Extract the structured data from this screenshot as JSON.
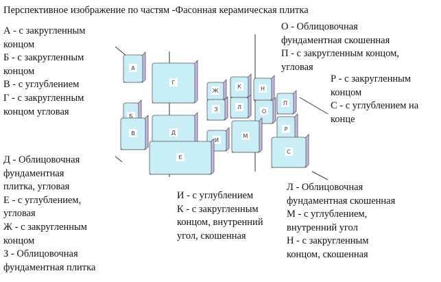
{
  "title": "Перспективное изображение по частям -Фасонная керамическая плитка",
  "legend_a": [
    "А - с закругленным",
    "концом",
    "Б - с закругленным",
    "концом",
    "В - с углублением",
    "Г - с закругленным",
    "концом угловая"
  ],
  "legend_o": [
    "О - Облицовочная",
    "фундаментная скошенная",
    "П - с закругленным концом,",
    "угловая"
  ],
  "legend_r": [
    "Р - с закругленным",
    "концом",
    "С - с углублением на",
    "конце"
  ],
  "legend_d": [
    "Д - Облицовочная",
    "фундаментная",
    "плитка, угловая",
    "Е - с углублением,",
    "угловая",
    "Ж - с закругленным",
    "концом",
    "З - Облицовочная",
    "фундаментная плитка"
  ],
  "legend_i": [
    "И - с углублением",
    "К - с закругленным",
    "концом, внутренний",
    "угол, скошенная"
  ],
  "legend_l": [
    "Л - Облицовочная",
    "фундаментная скошенная",
    "М - с углублением,",
    "внутренний угол",
    "Н - с закругленным",
    "концом, скошенная"
  ],
  "tiles": [
    "А",
    "Г",
    "Ж",
    "К",
    "Н",
    "П",
    "Б",
    "Д",
    "З",
    "Л",
    "О",
    "Р",
    "В",
    "И",
    "М",
    "Е",
    "С"
  ],
  "colors": {
    "tile_face": "#c8eef8",
    "tile_edge": "#c4b8e6"
  }
}
